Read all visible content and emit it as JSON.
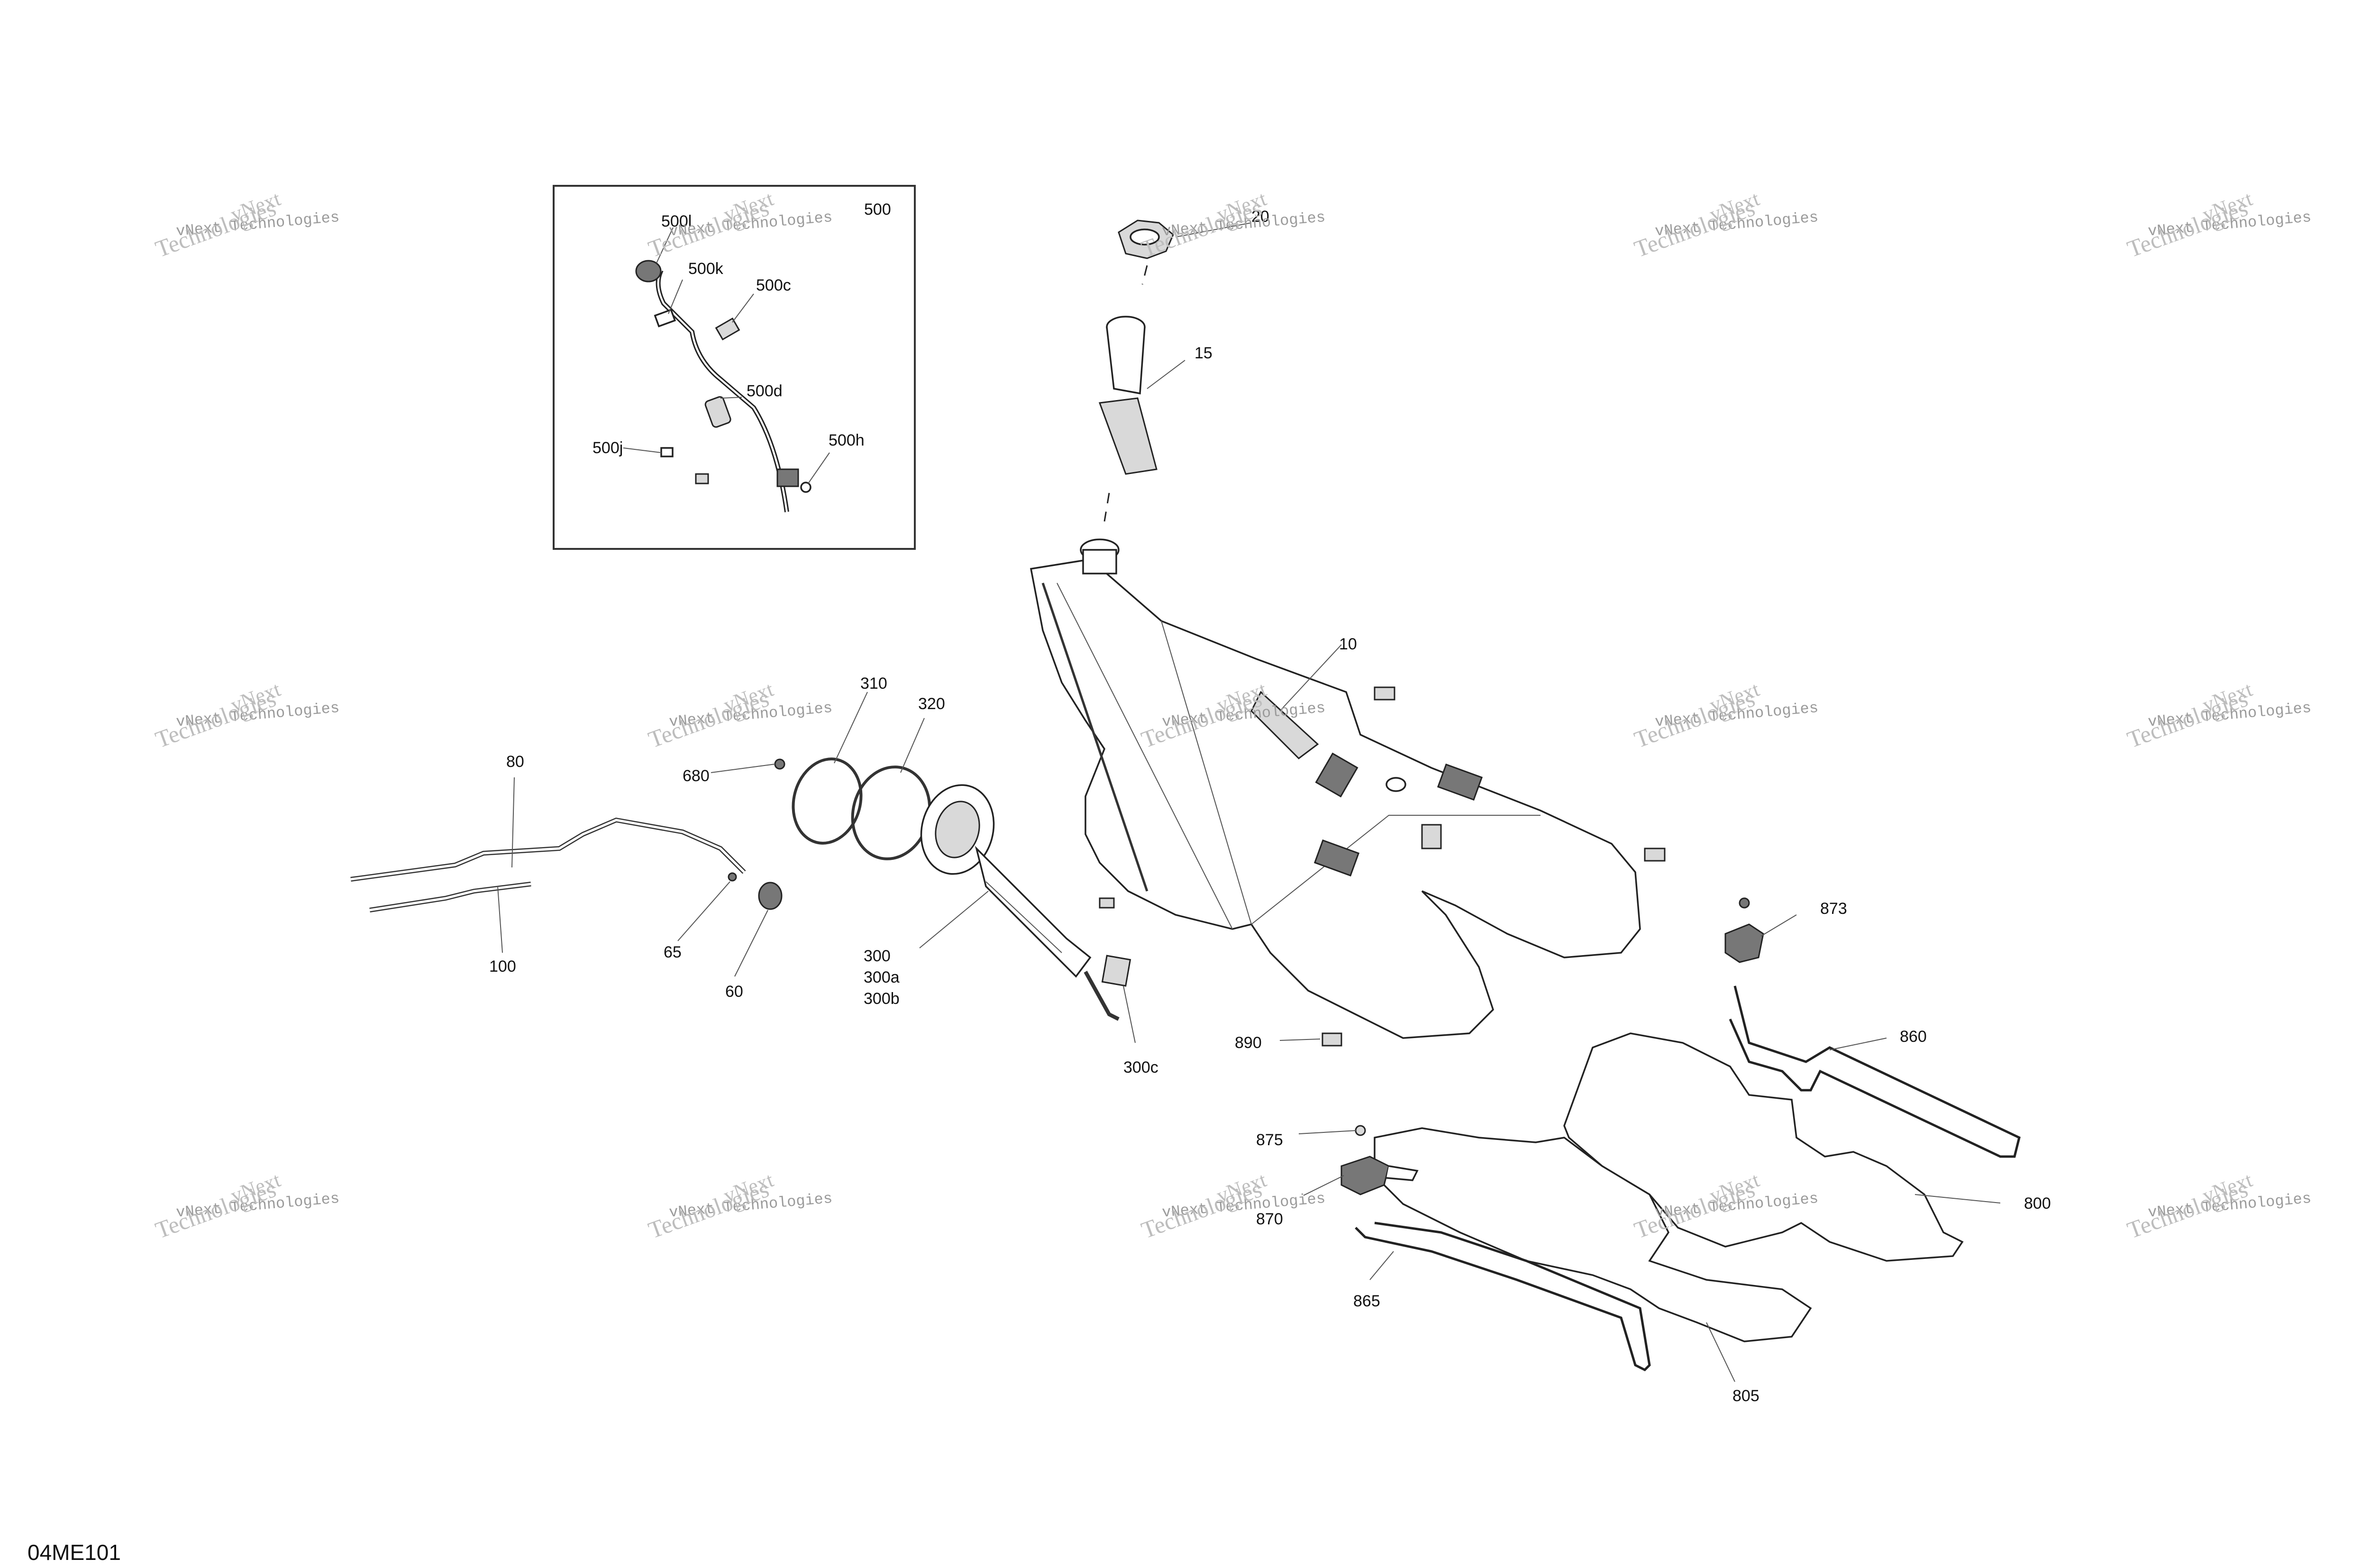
{
  "diagram_code": "04ME101",
  "watermark": {
    "line1": "vNext",
    "line2": "vNext Technologies",
    "line3": "Technologies"
  },
  "parts": {
    "p500": "500",
    "p500l": "500l",
    "p500k": "500k",
    "p500c": "500c",
    "p500d": "500d",
    "p500j": "500j",
    "p500h": "500h",
    "p20": "20",
    "p15": "15",
    "p10": "10",
    "p310": "310",
    "p320": "320",
    "p680": "680",
    "p80": "80",
    "p100": "100",
    "p65": "65",
    "p60": "60",
    "p300": "300",
    "p300a": "300a",
    "p300b": "300b",
    "p300c": "300c",
    "p890": "890",
    "p873": "873",
    "p860": "860",
    "p875": "875",
    "p870": "870",
    "p800": "800",
    "p865": "865",
    "p805": "805"
  },
  "colors": {
    "line": "#222222",
    "watermark": "#bdbdbd"
  }
}
